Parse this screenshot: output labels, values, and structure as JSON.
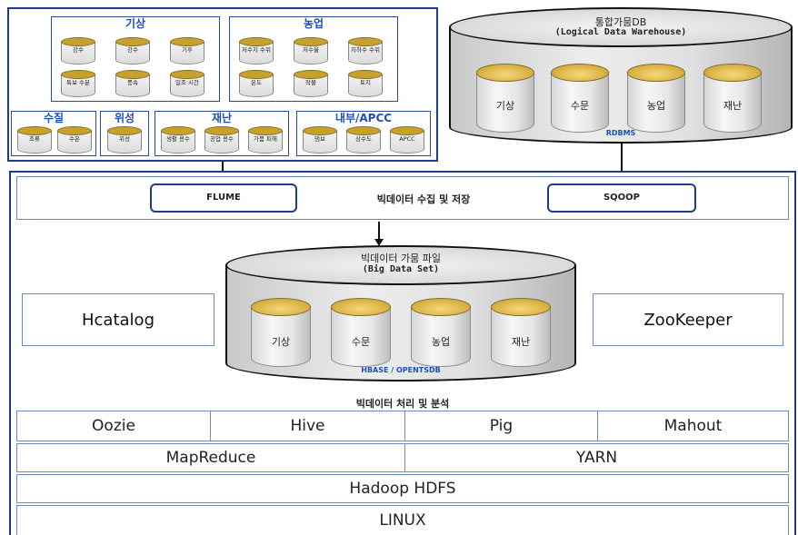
{
  "sources": {
    "weather": {
      "title": "기상",
      "items": [
        "강수",
        "강수",
        "기후",
        "특보 수분",
        "풍속",
        "일조 시간"
      ]
    },
    "agriculture": {
      "title": "농업",
      "items": [
        "저수지 수위",
        "저수율",
        "지하수 수위",
        "온도",
        "작물",
        "토지"
      ]
    },
    "water": {
      "title": "수질",
      "items": [
        "조류",
        "수온"
      ]
    },
    "satellite": {
      "title": "위성",
      "items": [
        "위성"
      ]
    },
    "disaster": {
      "title": "재난",
      "items": [
        "생활 용수",
        "공업 용수",
        "가뭄 피해"
      ]
    },
    "internal": {
      "title": "내부/APCC",
      "items": [
        "댐보",
        "상수도",
        "APCC"
      ]
    }
  },
  "integrated_db": {
    "title_line1": "통합가뭄DB",
    "title_line2": "(Logical Data Warehouse)",
    "cylinders": [
      "기상",
      "수문",
      "농업",
      "재난"
    ],
    "footer": "RDBMS"
  },
  "collection": {
    "flume": "FLUME",
    "label": "빅데이터 수집 및 저장",
    "sqoop": "SQOOP"
  },
  "big_data": {
    "title_line1": "빅데이터 가뭄 파일",
    "title_line2": "(Big Data Set)",
    "cylinders": [
      "기상",
      "수문",
      "농업",
      "재난"
    ],
    "footer": "HBASE / OPENTSDB"
  },
  "side": {
    "left": "Hcatalog",
    "right": "ZooKeeper"
  },
  "processing_label": "빅데이터 처리 및 분석",
  "stack": {
    "row1": [
      "Oozie",
      "Hive",
      "Pig",
      "Mahout"
    ],
    "row2": [
      "MapReduce",
      "YARN"
    ],
    "hdfs": "Hadoop HDFS",
    "os": "LINUX"
  }
}
